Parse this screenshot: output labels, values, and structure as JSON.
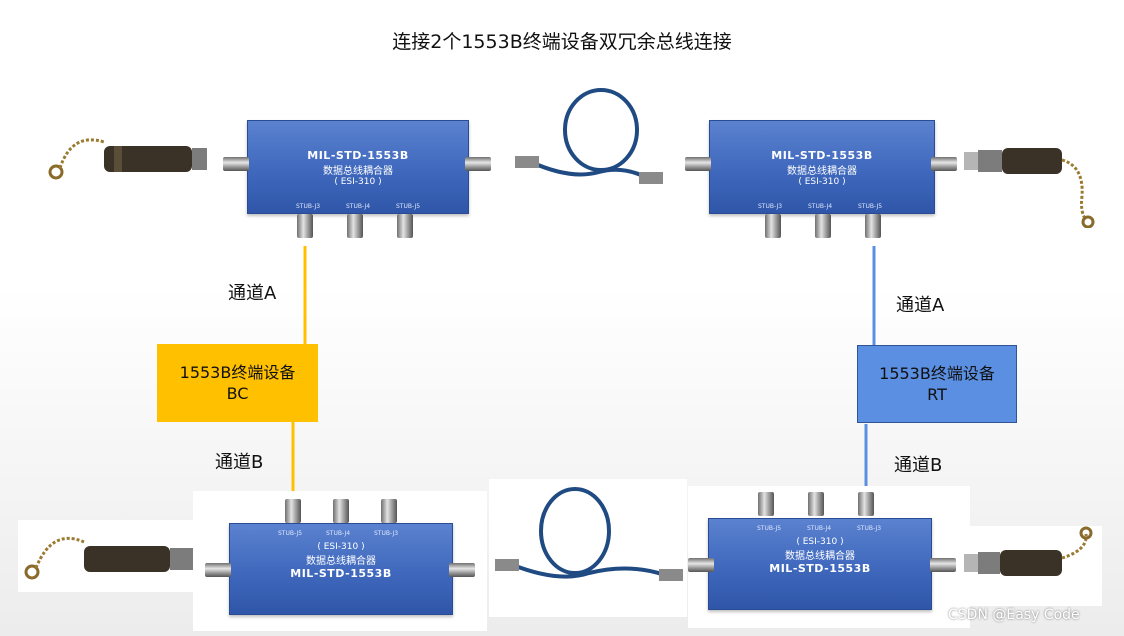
{
  "title": "连接2个1553B终端设备双冗余总线连接",
  "couplers": {
    "model_line1": "MIL-STD-1553B",
    "model_line2": "数据总线耦合器",
    "model_line3": "( ESI-310 )",
    "stub_labels": [
      "STUB-J3",
      "STUB-J4",
      "STUB-J5"
    ]
  },
  "devices": {
    "bc": {
      "line1": "1553B终端设备",
      "line2": "BC",
      "color": "#ffc000"
    },
    "rt": {
      "line1": "1553B终端设备",
      "line2": "RT",
      "color": "#5b8fe2"
    }
  },
  "channels": {
    "bc_a": "通道A",
    "bc_b": "通道B",
    "rt_a": "通道A",
    "rt_b": "通道B"
  },
  "line_colors": {
    "channel_bc": "#ffc000",
    "channel_rt": "#5b8fe2"
  },
  "watermark": "CSDN @Easy Code"
}
